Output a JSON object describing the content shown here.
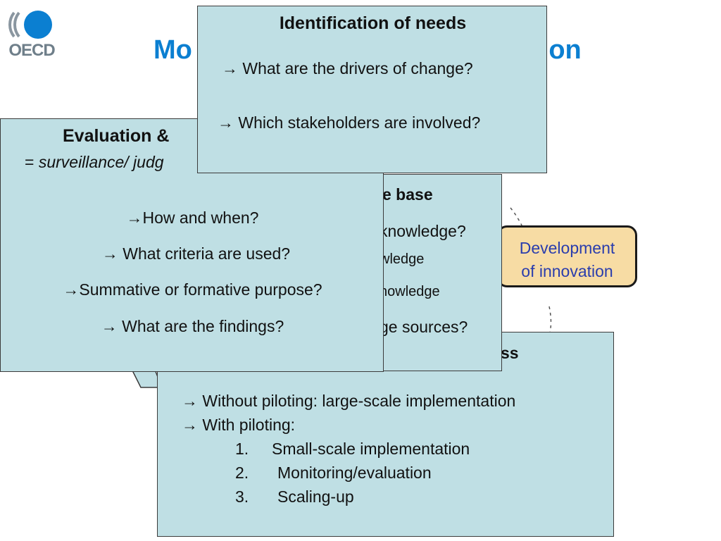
{
  "logo": {
    "text": "OECD"
  },
  "title": {
    "left": "Mo",
    "right": "ation"
  },
  "development": {
    "line1": "Development",
    "line2": "of innovation"
  },
  "scaling_box": {
    "title_fragment": "ss",
    "items": [
      "→  Without piloting: large-scale implementation",
      "→  With piloting:"
    ],
    "steps": [
      {
        "num": "1.",
        "text": "Small-scale implementation"
      },
      {
        "num": "2.",
        "text": "Monitoring/evaluation"
      },
      {
        "num": "3.",
        "text": "Scaling-up"
      }
    ]
  },
  "knowledge_box": {
    "title_fragment": "e base",
    "line1": "knowledge?",
    "line2": "wledge",
    "line3": "nowledge",
    "line4": "ge sources?"
  },
  "evaluation_box": {
    "title": "Evaluation &",
    "subtitle_prefix": "= ",
    "subtitle": "surveillance/ judg",
    "questions": [
      "→How and when?",
      "→ What criteria are used?",
      "→Summative or formative purpose?",
      "→ What are the findings?"
    ]
  },
  "needs_box": {
    "title": "Identification of needs",
    "q1": "→ What are the drivers of change?",
    "q2": "→  Which stakeholders are involved?"
  },
  "colors": {
    "box_fill": "#bfdfe4",
    "dev_fill": "#f7dca4",
    "title_blue": "#0b7fd1",
    "dev_text": "#2a3dad"
  }
}
